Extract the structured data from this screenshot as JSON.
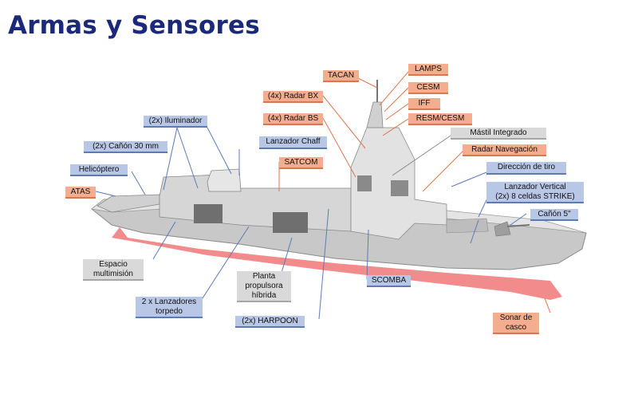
{
  "title": "Armas y Sensores",
  "labels": {
    "tacan": "TACAN",
    "lamps": "LAMPS",
    "cesm": "CESM",
    "iff": "IFF",
    "radar_bx": "(4x) Radar BX",
    "radar_bs": "(4x) Radar BS",
    "resm_cesm": "RESM/CESM",
    "iluminador": "(2x) Iluminador",
    "mastil": "Mástil Integrado",
    "lanzador_chaff": "Lanzador Chaff",
    "canon_30": "(2x) Cañón 30 mm",
    "radar_navegacion": "Radar Navegación",
    "satcom": "SATCOM",
    "helicoptero": "Helicóptero",
    "direccion_tiro": "Dirección de tiro",
    "atas": "ATAS",
    "lanzador_vertical_1": "Lanzador Vertical",
    "lanzador_vertical_2": "(2x) 8 celdas STRIKE)",
    "canon_5": "Cañón 5\"",
    "espacio_1": "Espacio",
    "espacio_2": "multimisión",
    "planta_1": "Planta",
    "planta_2": "propulsora",
    "planta_3": "híbrida",
    "scomba": "SCOMBA",
    "torpedo_1": "2 x Lanzadores",
    "torpedo_2": "torpedo",
    "harpoon": "(2x) HARPOON",
    "sonar_1": "Sonar de",
    "sonar_2": "casco"
  }
}
